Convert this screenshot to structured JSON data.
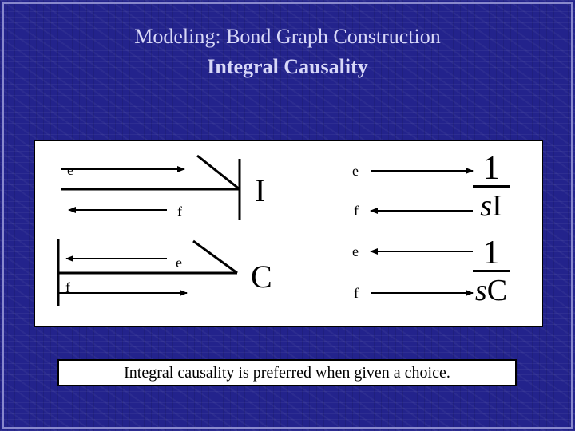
{
  "slide": {
    "title_line1": "Modeling: Bond Graph Construction",
    "title_line2": "Integral Causality",
    "note": "Integral causality is preferred when given a choice."
  },
  "diagram": {
    "inertia": {
      "e_label": "e",
      "f_label": "f",
      "element_label": "I",
      "flow_e_label": "e",
      "flow_f_label": "f",
      "tf_numerator": "1",
      "tf_den_s": "s",
      "tf_den_element": "I"
    },
    "capacitance": {
      "e_label": "e",
      "f_label": "f",
      "element_label": "C",
      "flow_e_label": "e",
      "flow_f_label": "f",
      "tf_numerator": "1",
      "tf_den_s": "s",
      "tf_den_element": "C"
    }
  },
  "colors": {
    "background": "#23238c",
    "title_text": "#d8d8f8",
    "panel": "#ffffff"
  }
}
